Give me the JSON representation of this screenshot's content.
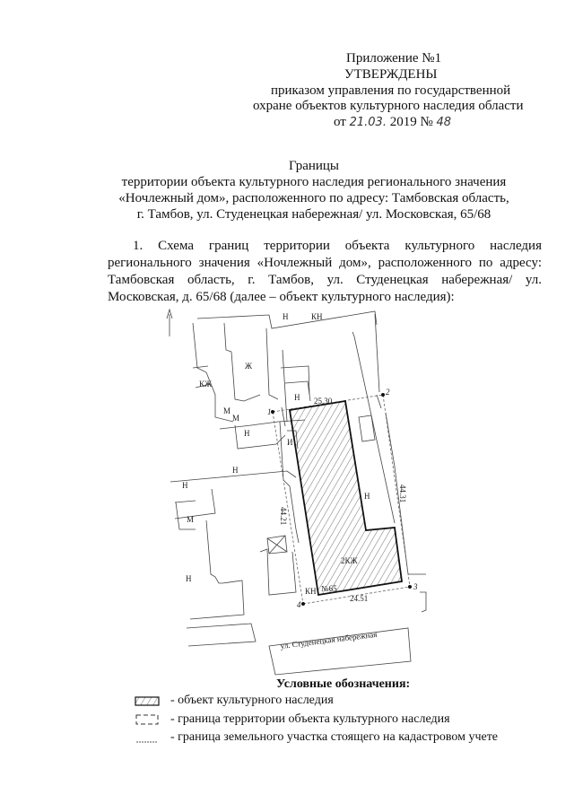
{
  "header": {
    "appendix": "Приложение №1",
    "approved": "УТВЕРЖДЕНЫ",
    "line1": "приказом  управления  по государственной",
    "line2": "охране  объектов культурного   наследия    области",
    "date_prefix": "от",
    "date_handwritten": "21.03.",
    "year": "2019",
    "number_sign": "№",
    "number_handwritten": "48"
  },
  "title": {
    "line1": "Границы",
    "line2": "территории объекта культурного наследия регионального значения",
    "line3": "«Ночлежный дом», расположенного по адресу: Тамбовская область,",
    "line4": "г. Тамбов, ул. Студенецкая набережная/ ул. Московская, 65/68"
  },
  "paragraph": "1.  Схема  границ  территории  объекта  культурного  наследия регионального значения «Ночлежный дом», расположенного по адресу: Тамбовская область, г. Тамбов, ул. Студенецкая набережная/ ул. Московская, д. 65/68 (далее – объект культурного наследия):",
  "map": {
    "building_labels": [
      "Н",
      "КН",
      "Ж",
      "КЖ",
      "Н",
      "М",
      "М",
      "Н",
      "И",
      "Н",
      "Н",
      "Н",
      "М",
      "Н",
      "КН",
      "Н"
    ],
    "point_labels": [
      "1",
      "2",
      "3",
      "4"
    ],
    "dimensions": [
      "25.30",
      "44.31",
      "44.21",
      "24.51"
    ],
    "object_labels": [
      "2КЖ",
      "№65"
    ],
    "street": "ул. Студенецкая набережная"
  },
  "legend": {
    "title": "Условные обозначения:",
    "items": [
      "- объект культурного наследия",
      "- граница территории объекта культурного наследия",
      "- граница земельного участка стоящего на кадастровом учете"
    ]
  }
}
